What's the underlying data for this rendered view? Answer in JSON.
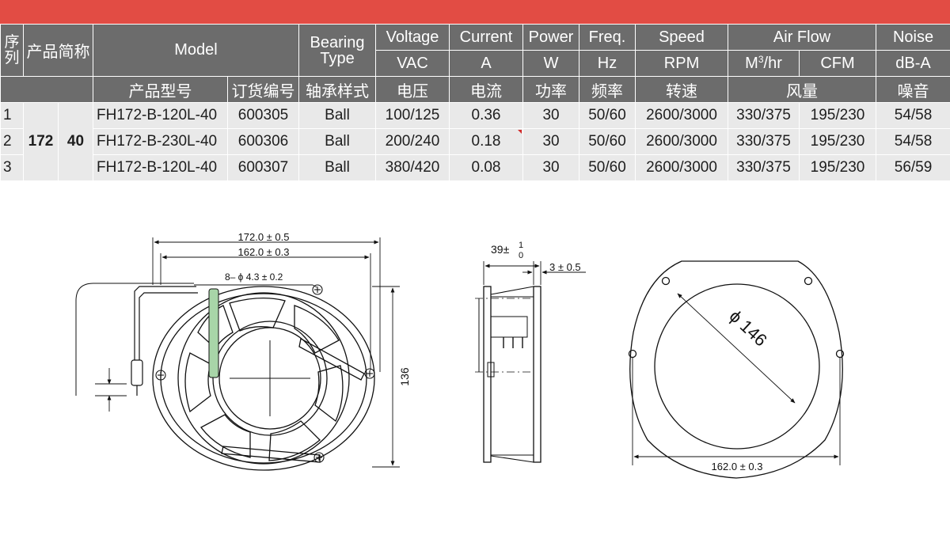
{
  "colors": {
    "top_bar": "#e24c44",
    "header_bg": "#6c6c6c",
    "row_bg": "#e9e9e9",
    "marker": "#d22b2b",
    "tab_green": "#a8d5a8"
  },
  "table": {
    "header": {
      "index": "序列",
      "brief": "产品简称",
      "model": "Model",
      "bearing": "Bearing Type",
      "voltage": "Voltage",
      "current": "Current",
      "power": "Power",
      "freq": "Freq.",
      "speed": "Speed",
      "airflow": "Air Flow",
      "noise": "Noise",
      "unit_vac": "VAC",
      "unit_a": "A",
      "unit_w": "W",
      "unit_hz": "Hz",
      "unit_rpm": "RPM",
      "unit_m3": "M",
      "unit_m3_sup": "3",
      "unit_m3_suffix": "/hr",
      "unit_cfm": "CFM",
      "unit_dba": "dB-A",
      "cn_model": "产品型号",
      "cn_order": "订货编号",
      "cn_bearing": "轴承样式",
      "cn_voltage": "电压",
      "cn_current": "电流",
      "cn_power": "功率",
      "cn_freq": "频率",
      "cn_speed": "转速",
      "cn_airflow": "风量",
      "cn_noise": "噪音"
    },
    "size": "172",
    "thickness": "40",
    "rows": [
      {
        "index": "1",
        "model": "FH172-B-120L-40",
        "order": "600305",
        "bearing": "Ball",
        "voltage": "100/125",
        "current": "0.36",
        "power": "30",
        "freq": "50/60",
        "speed": "2600/3000",
        "m3hr": "330/375",
        "cfm": "195/230",
        "noise": "54/58"
      },
      {
        "index": "2",
        "model": "FH172-B-230L-40",
        "order": "600306",
        "bearing": "Ball",
        "voltage": "200/240",
        "current": "0.18",
        "power": "30",
        "freq": "50/60",
        "speed": "2600/3000",
        "m3hr": "330/375",
        "cfm": "195/230",
        "noise": "54/58"
      },
      {
        "index": "3",
        "model": "FH172-B-120L-40",
        "order": "600307",
        "bearing": "Ball",
        "voltage": "380/420",
        "current": "0.08",
        "power": "30",
        "freq": "50/60",
        "speed": "2600/3000",
        "m3hr": "330/375",
        "cfm": "195/230",
        "noise": "56/59"
      }
    ]
  },
  "drawing": {
    "front": {
      "width_outer": "172.0 ± 0.5",
      "width_inner": "162.0 ± 0.3",
      "holes": "8– ϕ 4.3 ± 0.2",
      "height": "136"
    },
    "side": {
      "depth": "39±",
      "depth_tol_upper": "1",
      "depth_tol_lower": "0",
      "flange": "3 ± 0.5"
    },
    "back": {
      "diameter": "ϕ 146",
      "width": "162.0 ± 0.3"
    }
  }
}
